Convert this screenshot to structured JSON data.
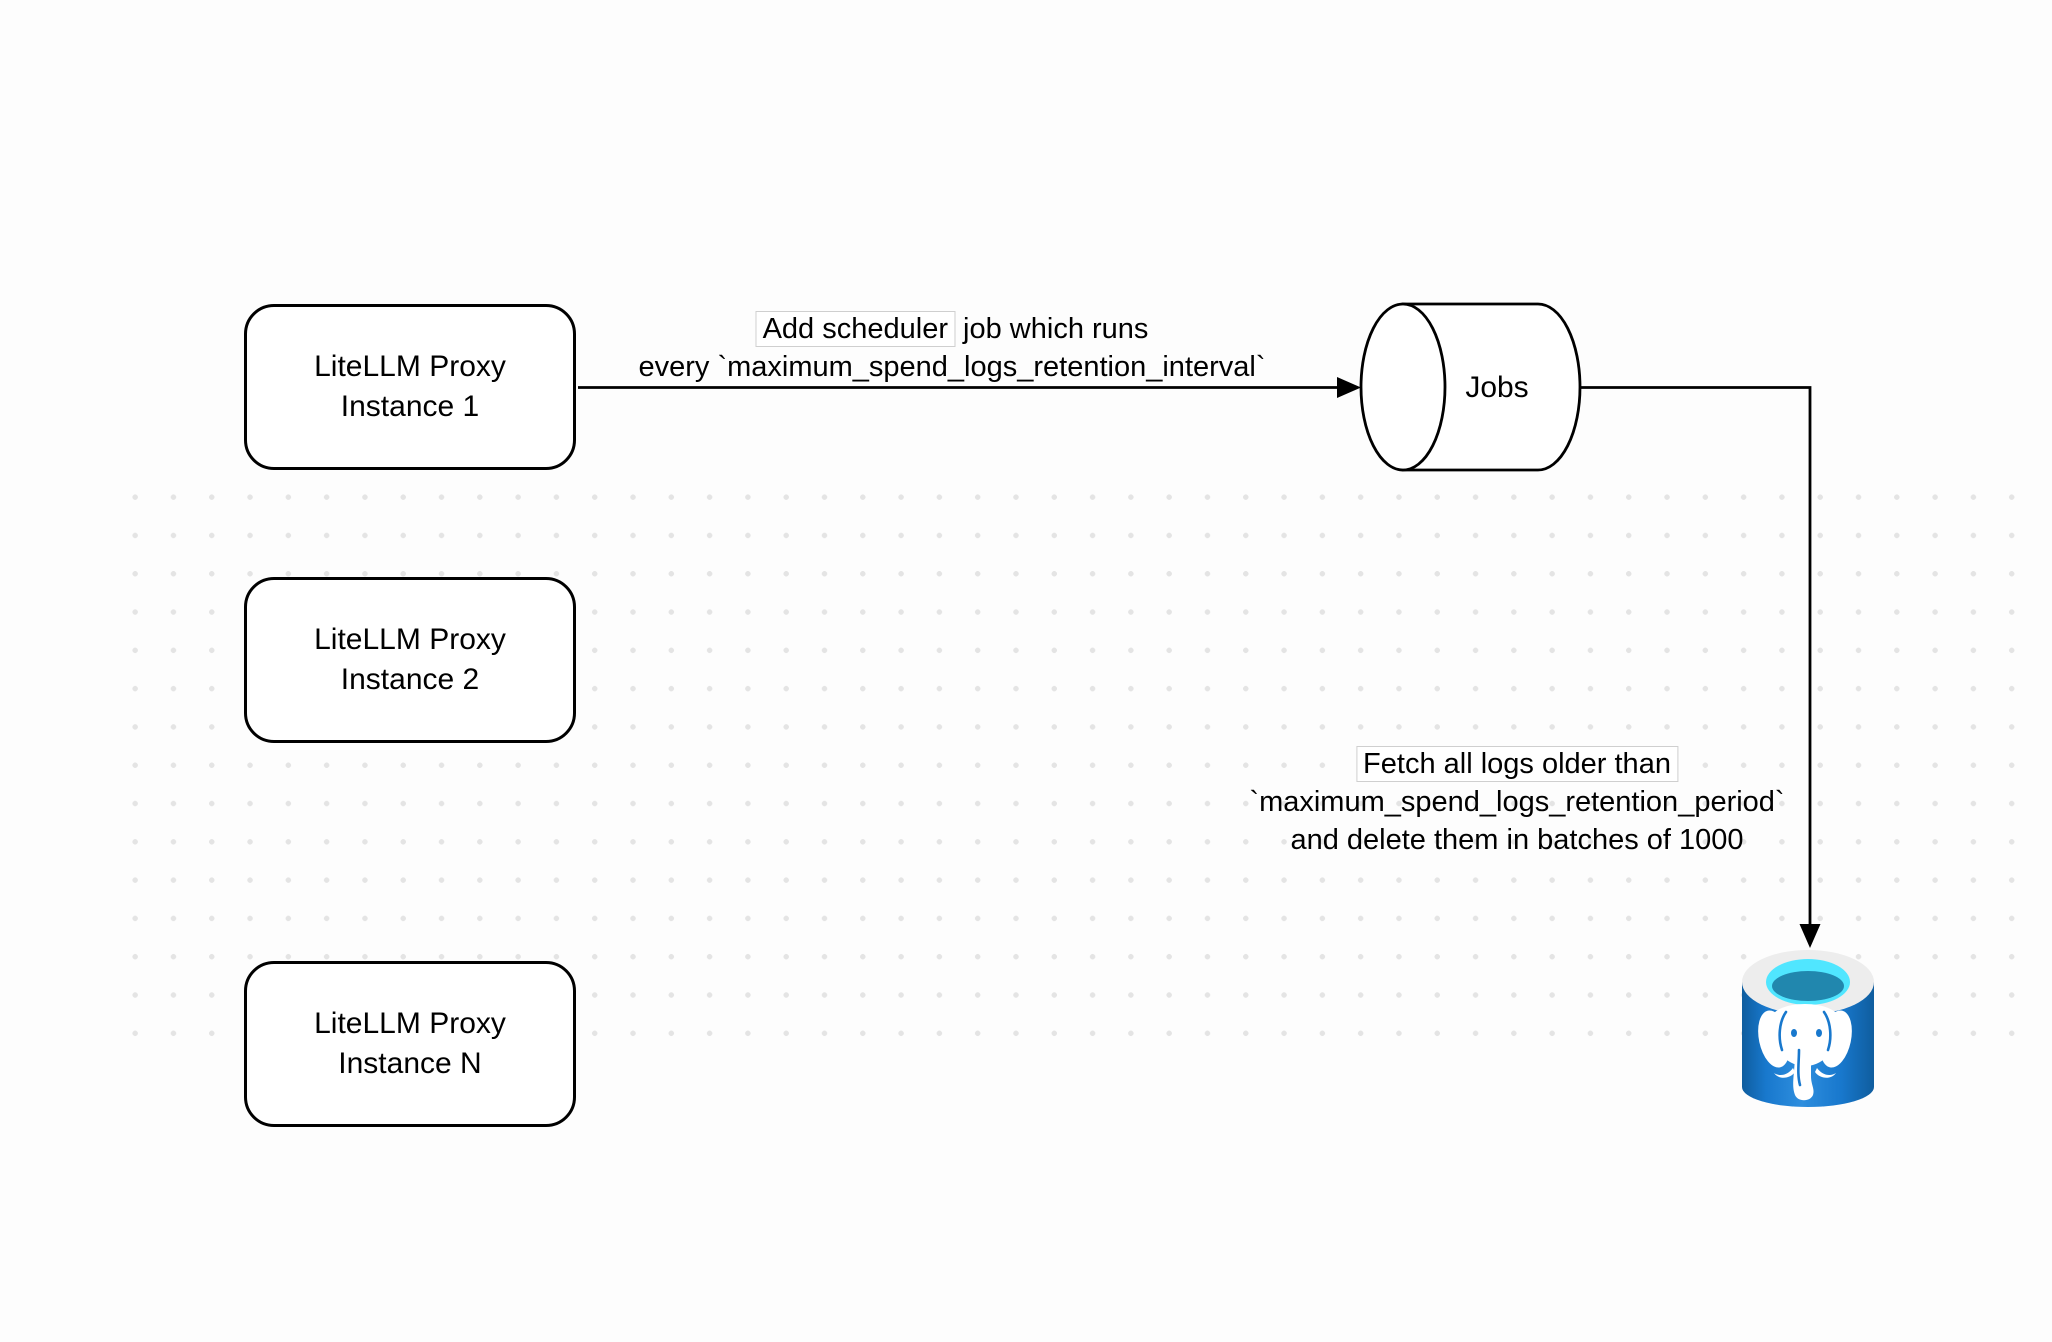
{
  "diagram": {
    "nodes": [
      {
        "line1": "LiteLLM Proxy",
        "line2": "Instance 1"
      },
      {
        "line1": "LiteLLM Proxy",
        "line2": "Instance 2"
      },
      {
        "line1": "LiteLLM Proxy",
        "line2": "Instance N"
      }
    ],
    "queue": {
      "label": "Jobs"
    },
    "edges": [
      {
        "label_highlight": "Add scheduler",
        "label_rest": " job which runs",
        "label_line2": "every `maximum_spend_logs_retention_interval`"
      },
      {
        "label_line1": "Fetch all logs older than",
        "label_line2": "`maximum_spend_logs_retention_period`",
        "label_line3": "and delete them in batches of 1000"
      }
    ],
    "icons": {
      "database": "postgresql-database-icon"
    },
    "colors": {
      "stroke": "#000000",
      "dot_grid": "#e4e4e4",
      "background": "#fdfdfd",
      "db_body_blue": "#1878cd",
      "db_body_edge_blue": "#0f5d9e",
      "db_lid_ring": "#ededed",
      "db_lid_opening_cyan": "#50e6ff",
      "db_lid_inner_teal": "#2187ae"
    }
  }
}
